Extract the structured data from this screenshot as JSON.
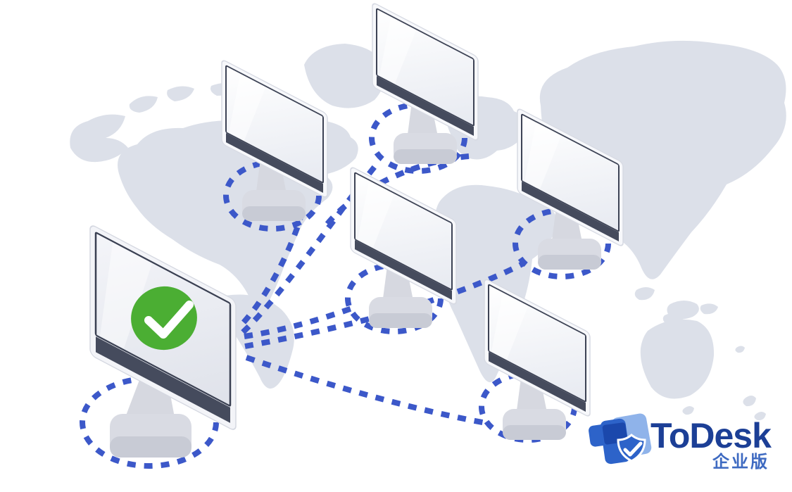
{
  "logo": {
    "brand": "ToDesk",
    "edition": "企业版"
  },
  "diagram": {
    "type": "remote-desktop-network-illustration",
    "host_monitors": 1,
    "remote_monitors": 5,
    "connections": 6,
    "device_zones": 6,
    "host_status_icon": "check-circle-icon",
    "background": "world-map"
  },
  "icons": {
    "host_status": "check-circle-icon",
    "logo_mark": "todesk-mark-icon",
    "logo_shield": "shield-check-icon"
  },
  "colors": {
    "connection_blue": "#3C58C9",
    "success_green": "#4BAE33",
    "brand_navy": "#1C3F96",
    "edition_blue": "#3E6AC1",
    "map_gray": "#DCE0E9",
    "bezel_dark": "#454B5D",
    "monitor_body": "#F6F7FA",
    "stand_gray": "#D8DAE2",
    "logo_light_blue": "#8FB3EA",
    "logo_blue": "#2D63C9",
    "logo_dark_blue": "#1B48AC",
    "check_white": "#FFFFFF"
  }
}
